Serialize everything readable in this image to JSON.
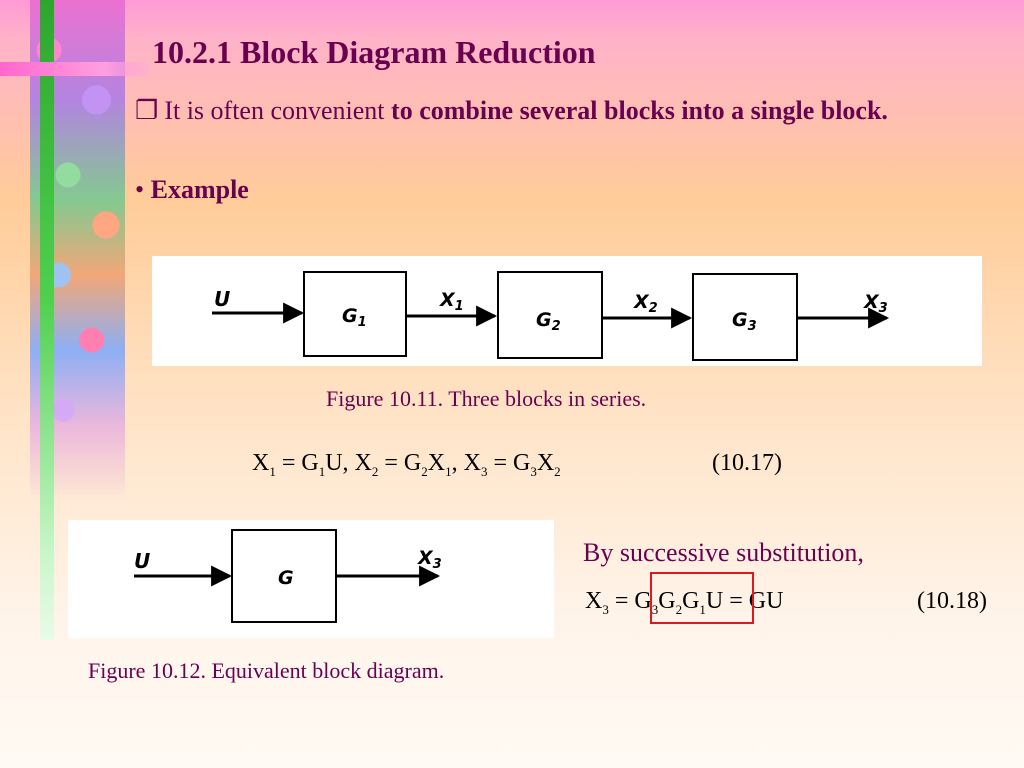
{
  "slide": {
    "title": "10.2.1 Block Diagram Reduction",
    "bullet_icon": "❐",
    "paragraph_normal": "It is often convenient ",
    "paragraph_bold": "to combine several blocks into a single block.",
    "example_bullet": "•",
    "example_label": "Example"
  },
  "figure1": {
    "input": "U",
    "blocks": [
      "G",
      "G",
      "G"
    ],
    "block_subscripts": [
      "1",
      "2",
      "3"
    ],
    "signals": [
      "X",
      "X",
      "X"
    ],
    "signal_subscripts": [
      "1",
      "2",
      "3"
    ],
    "caption": "Figure 10.11. Three blocks in series."
  },
  "equation1": {
    "x1_lhs": "X",
    "x1_lhs_sub": "1",
    "eq_a": " = G",
    "g1_sub": "1",
    "u_comma": "U, X",
    "x2_sub": "2",
    "eq_b": " = G",
    "g2_sub": "2",
    "x1b": "X",
    "x1b_sub": "1",
    "comma_x": ", X",
    "x3_sub": "3",
    "eq_c": " = G",
    "g3_sub": "3",
    "x2b": "X",
    "x2b_sub": "2",
    "number": "(10.17)"
  },
  "figure2": {
    "input": "U",
    "block": "G",
    "output": "X",
    "output_subscript": "3",
    "caption": "Figure 10.12. Equivalent block diagram."
  },
  "equation2": {
    "intro": "By successive substitution,",
    "x3": "X",
    "x3_sub": "3",
    "eq": " = ",
    "g3": "G",
    "g3_sub": "3",
    "g2": "G",
    "g2_sub": "2",
    "g1": "G",
    "g1_sub": "1",
    "rest": "U = GU",
    "number": "(10.18)"
  },
  "colors": {
    "title": "#6a0050",
    "highlight_border": "#e0181e"
  }
}
